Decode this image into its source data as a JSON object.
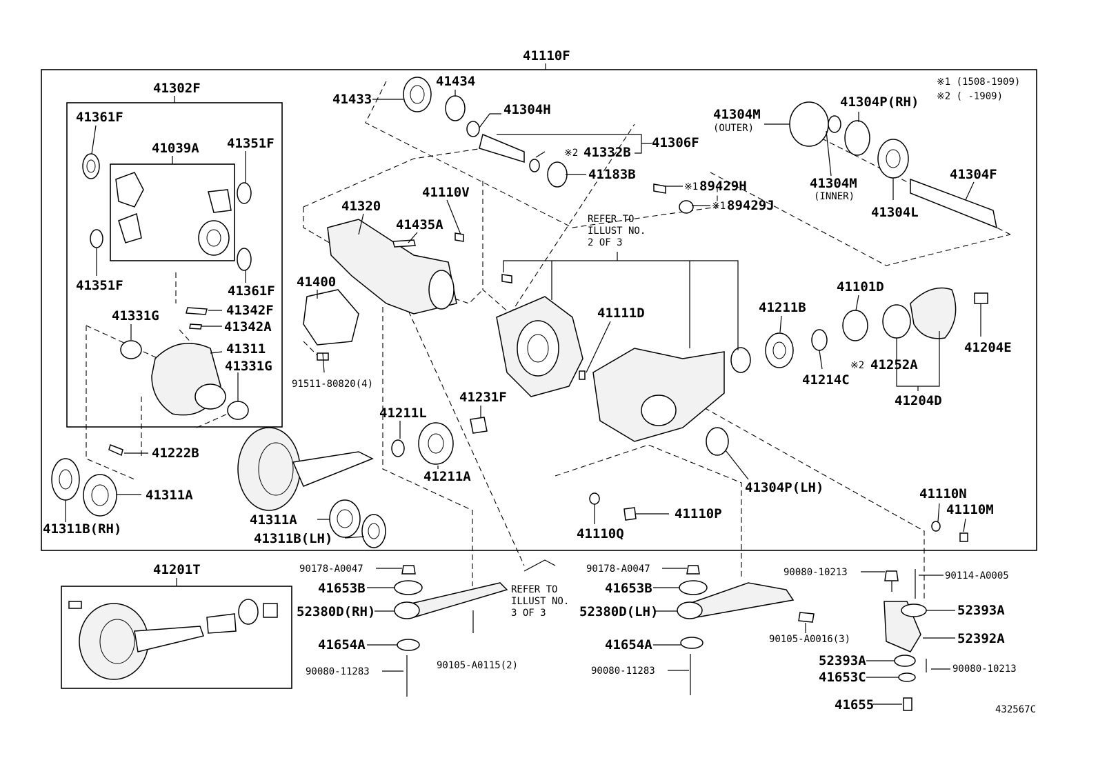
{
  "title": "41110F",
  "illustration_code": "432567C",
  "notes": {
    "note1": "※1 (1508-1909)",
    "note2": "※2 (     -1909)"
  },
  "refs": {
    "ref2_l1": "REFER TO",
    "ref2_l2": "ILLUST NO.",
    "ref2_l3": "2 OF 3",
    "ref3_l1": "REFER TO",
    "ref3_l2": "ILLUST NO.",
    "ref3_l3": "3 OF 3"
  },
  "labels": {
    "p41302F": "41302F",
    "p41361F_a": "41361F",
    "p41039A": "41039A",
    "p41351F_a": "41351F",
    "p41351F_b": "41351F",
    "p41361F_b": "41361F",
    "p41342F": "41342F",
    "p41331G_a": "41331G",
    "p41342A": "41342A",
    "p41311": "41311",
    "p41331G_b": "41331G",
    "p41222B": "41222B",
    "p41311A_a": "41311A",
    "p41311B_RH": "41311B(RH)",
    "p41311A_b": "41311A",
    "p41311B_LH": "41311B(LH)",
    "p41433": "41433",
    "p41434": "41434",
    "p41304H": "41304H",
    "p41332B": "41332B",
    "p41306F": "41306F",
    "p41183B": "41183B",
    "p41320": "41320",
    "p41110V": "41110V",
    "p41435A": "41435A",
    "p41400": "41400",
    "p91511": "91511-80820(4)",
    "p41231F": "41231F",
    "p41211L": "41211L",
    "p41211A": "41211A",
    "p41111D": "41111D",
    "p89429H": "89429H",
    "p89429J": "89429J",
    "p41304M_outer": "41304M",
    "outer": "(OUTER)",
    "p41304M_inner": "41304M",
    "inner": "(INNER)",
    "p41304P_RH": "41304P(RH)",
    "p41304L": "41304L",
    "p41304F": "41304F",
    "p41211B": "41211B",
    "p41101D": "41101D",
    "p41204E": "41204E",
    "p41214C": "41214C",
    "p41252A": "41252A",
    "p41204D": "41204D",
    "p41304P_LH": "41304P(LH)",
    "p41110N": "41110N",
    "p41110M": "41110M",
    "p41110P": "41110P",
    "p41110Q": "41110Q",
    "p41201T": "41201T",
    "p90178_a": "90178-A0047",
    "p41653B_a": "41653B",
    "p52380D_RH": "52380D(RH)",
    "p41654A_a": "41654A",
    "p90080_11283_a": "90080-11283",
    "p90105_A0115": "90105-A0115(2)",
    "p90178_b": "90178-A0047",
    "p41653B_b": "41653B",
    "p52380D_LH": "52380D(LH)",
    "p41654A_b": "41654A",
    "p90080_11283_b": "90080-11283",
    "p90105_A0016": "90105-A0016(3)",
    "p90080_10213_a": "90080-10213",
    "p90114": "90114-A0005",
    "p52393A_a": "52393A",
    "p52392A": "52392A",
    "p52393A_b": "52393A",
    "p90080_10213_b": "90080-10213",
    "p41653C": "41653C",
    "p41655": "41655"
  },
  "marks": {
    "m2": "※2",
    "m1": "※1"
  }
}
